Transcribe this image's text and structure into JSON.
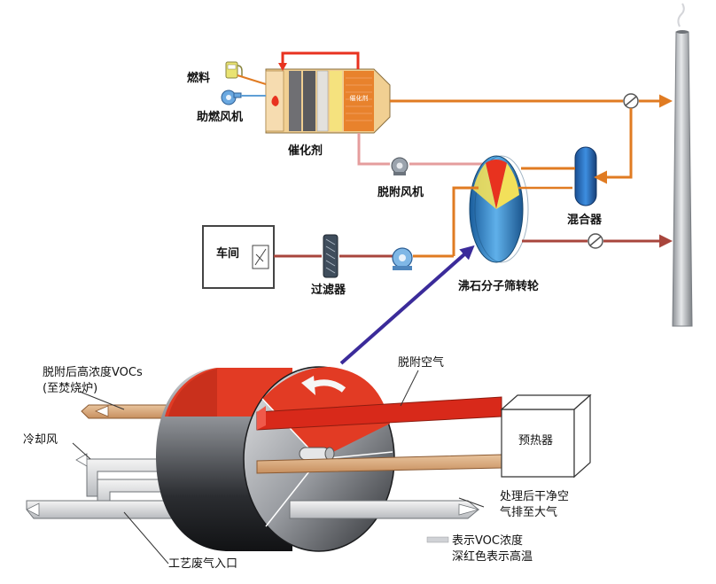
{
  "labels": {
    "fuel": "燃料",
    "burner_fan": "助燃风机",
    "catalyst": "催化剂",
    "catalyst_tag": "催化剂",
    "adsorption_fan": "脱附风机",
    "workshop": "车间",
    "filter": "过滤器",
    "zeolite_rotor": "沸石分子筛转轮",
    "mixer": "混合器",
    "desorbed_voc": "脱附后高浓度VOCs",
    "to_incinerator": "(至焚烧炉)",
    "cooling_air": "冷却风",
    "desorption_air": "脱附空气",
    "preheater": "预热器",
    "process_inlet": "工艺废气入口",
    "clean_air_1": "处理后干净空",
    "clean_air_2": "气排至大气",
    "legend_1": "表示VOC浓度",
    "legend_2": "深红色表示高温"
  },
  "colors": {
    "duct_orange": "#e07b22",
    "duct_pink": "#e59d9d",
    "duct_dark_red": "#a8453c",
    "rotor_red": "#e8321f",
    "arrow_purple": "#3b2b9a",
    "rotor_blue": "#2f7fc4",
    "stack_gray": "#b9bcc0"
  },
  "icons": {
    "fuel_pump": "fuel-pump-icon",
    "fan": "fan-icon",
    "valve": "valve-icon",
    "damper": "damper-icon"
  }
}
